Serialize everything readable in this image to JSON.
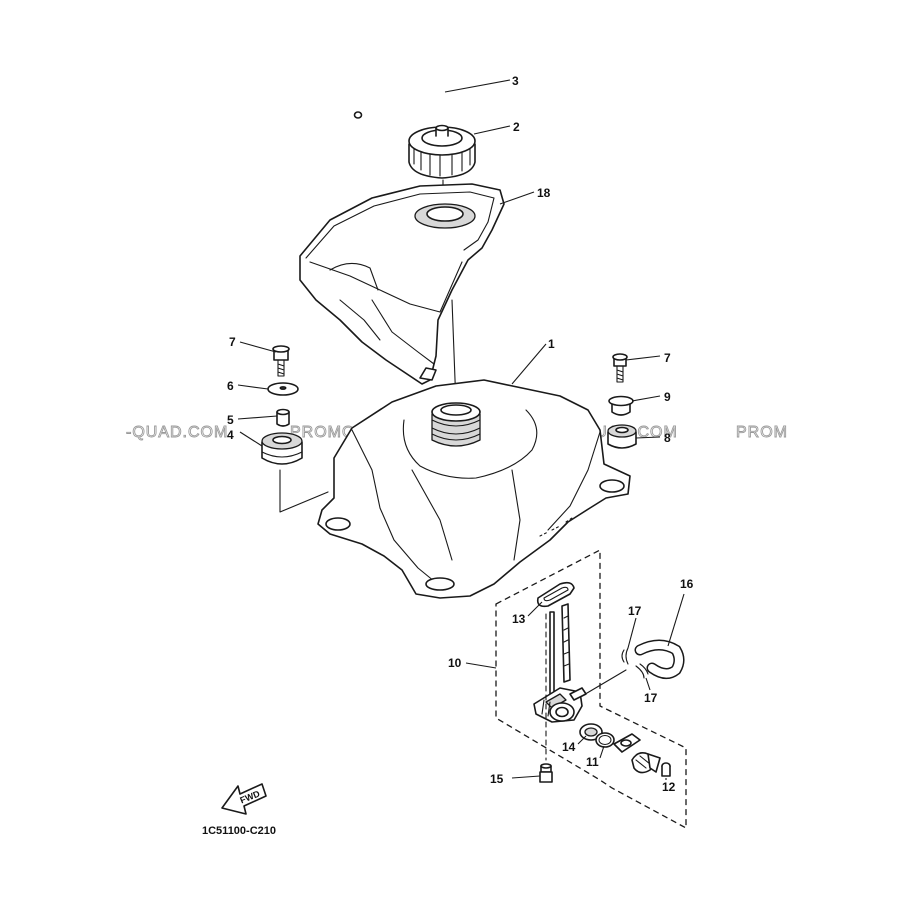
{
  "diagram": {
    "drawing_code": "1C51100-C210",
    "direction_label": "FWD",
    "watermark": {
      "segments": [
        "-QUAD.COM",
        "PROMO-QUAD.COM",
        "PROMO-QUAD.COM",
        "PROM"
      ]
    },
    "callouts": [
      {
        "id": "c1",
        "text": "1"
      },
      {
        "id": "c2",
        "text": "2"
      },
      {
        "id": "c3",
        "text": "3"
      },
      {
        "id": "c4",
        "text": "4"
      },
      {
        "id": "c5",
        "text": "5"
      },
      {
        "id": "c6",
        "text": "6"
      },
      {
        "id": "c7a",
        "text": "7"
      },
      {
        "id": "c7b",
        "text": "7"
      },
      {
        "id": "c8",
        "text": "8"
      },
      {
        "id": "c9",
        "text": "9"
      },
      {
        "id": "c10",
        "text": "10"
      },
      {
        "id": "c11",
        "text": "11"
      },
      {
        "id": "c12",
        "text": "12"
      },
      {
        "id": "c13",
        "text": "13"
      },
      {
        "id": "c14",
        "text": "14"
      },
      {
        "id": "c15",
        "text": "15"
      },
      {
        "id": "c16",
        "text": "16"
      },
      {
        "id": "c17a",
        "text": "17"
      },
      {
        "id": "c17b",
        "text": "17"
      },
      {
        "id": "c18",
        "text": "18"
      }
    ]
  }
}
